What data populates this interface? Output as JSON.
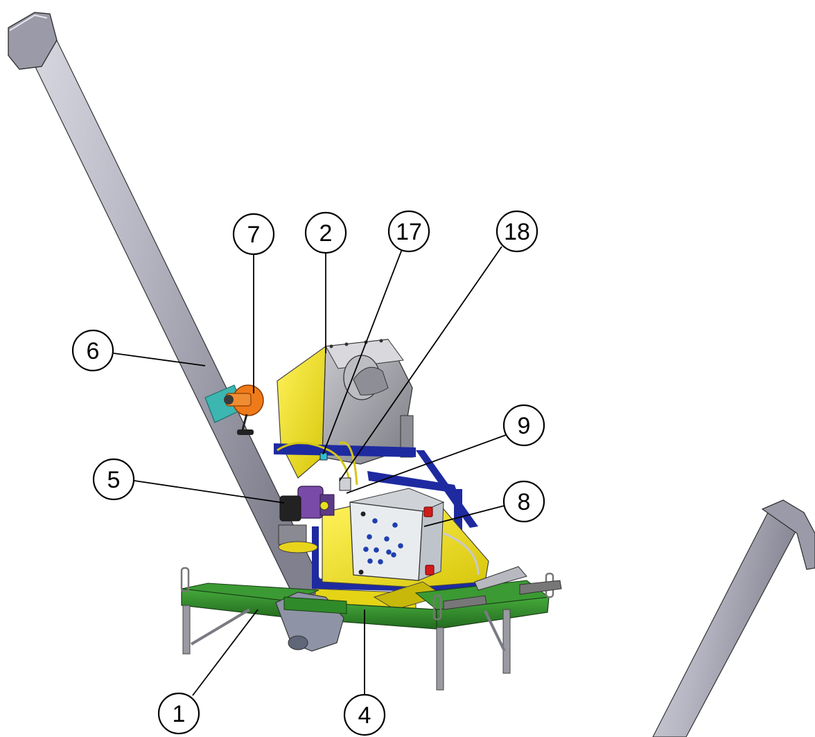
{
  "figure": {
    "callouts": [
      {
        "id": "c1",
        "label": "1"
      },
      {
        "id": "c2",
        "label": "2"
      },
      {
        "id": "c4",
        "label": "4"
      },
      {
        "id": "c5",
        "label": "5"
      },
      {
        "id": "c6",
        "label": "6"
      },
      {
        "id": "c7",
        "label": "7"
      },
      {
        "id": "c8",
        "label": "8"
      },
      {
        "id": "c9",
        "label": "9"
      },
      {
        "id": "c17",
        "label": "17"
      },
      {
        "id": "c18",
        "label": "18"
      }
    ],
    "colors": {
      "auger_tube": "#a9a9b6",
      "auger_band": "#3cb6b0",
      "frame_base": "#2f8a2a",
      "hopper_body": "#9a9aa2",
      "yellow_panels": "#f2e41c",
      "blue_frame": "#1e2aa0",
      "motor_purple": "#7a4aa8",
      "control_box": "#e9ecef",
      "button_blue": "#1f3fb0",
      "button_red": "#d21b1b",
      "crank_orange": "#ef7a1a"
    },
    "icons": [
      "auger-tube",
      "hopper",
      "control-cabinet",
      "motor",
      "base-frame",
      "crank-handle"
    ]
  }
}
